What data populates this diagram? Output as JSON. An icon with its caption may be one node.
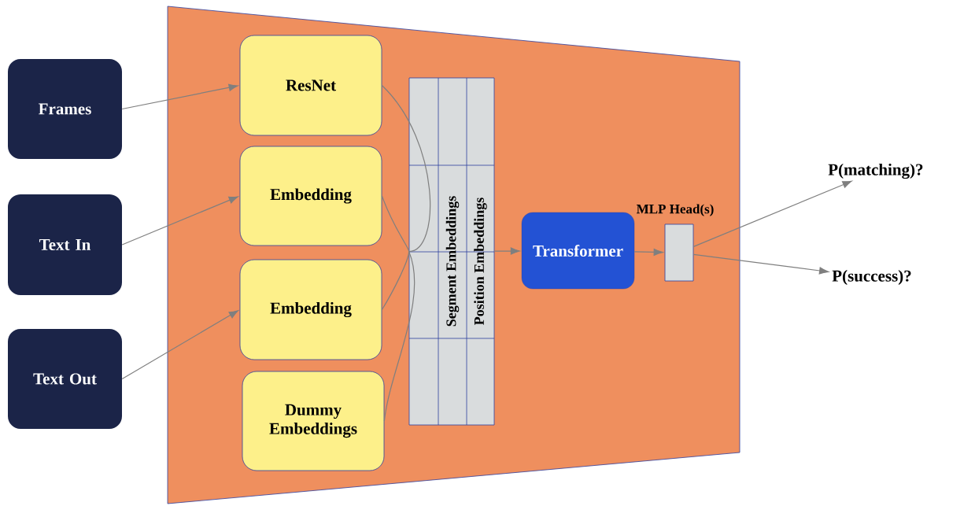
{
  "diagram": {
    "nodes": [
      {
        "text": [],
        "shape": "trapezoid"
      },
      {
        "text": [
          "Frames"
        ]
      },
      {
        "text": [
          "Text In"
        ]
      },
      {
        "text": [
          "Text Out"
        ]
      },
      {
        "text": [
          "ResNet"
        ],
        "in": 0
      },
      {
        "text": [
          "Embedding"
        ],
        "in": 0
      },
      {
        "text": [
          "Embedding"
        ],
        "in": 0
      },
      {
        "text": [
          "Dummy Embeddings"
        ],
        "in": 0
      },
      {
        "text": [
          "Segment Embeddings",
          "Position Embeddings"
        ],
        "in": 0
      },
      {
        "text": [
          "Transformer"
        ],
        "in": 0
      },
      {
        "text": [
          "MLP Head(s)"
        ],
        "in": 0
      },
      {
        "text": [
          "P(matching)?"
        ]
      },
      {
        "text": [
          "P(success)?"
        ]
      }
    ],
    "edges": [
      {
        "from": 1,
        "to": 4,
        "arrow": "to"
      },
      {
        "from": 2,
        "to": 5,
        "arrow": "to"
      },
      {
        "from": 3,
        "to": 6,
        "arrow": "to"
      },
      {
        "from": 4,
        "to": 8,
        "arrow": "none"
      },
      {
        "from": 5,
        "to": 8,
        "arrow": "none"
      },
      {
        "from": 6,
        "to": 8,
        "arrow": "none"
      },
      {
        "from": 7,
        "to": 8,
        "arrow": "none"
      },
      {
        "from": 8,
        "to": 9,
        "arrow": "to"
      },
      {
        "from": 9,
        "to": 10,
        "arrow": "to"
      },
      {
        "from": 10,
        "to": 11,
        "arrow": "to"
      },
      {
        "from": 10,
        "to": 12,
        "arrow": "to"
      }
    ]
  }
}
